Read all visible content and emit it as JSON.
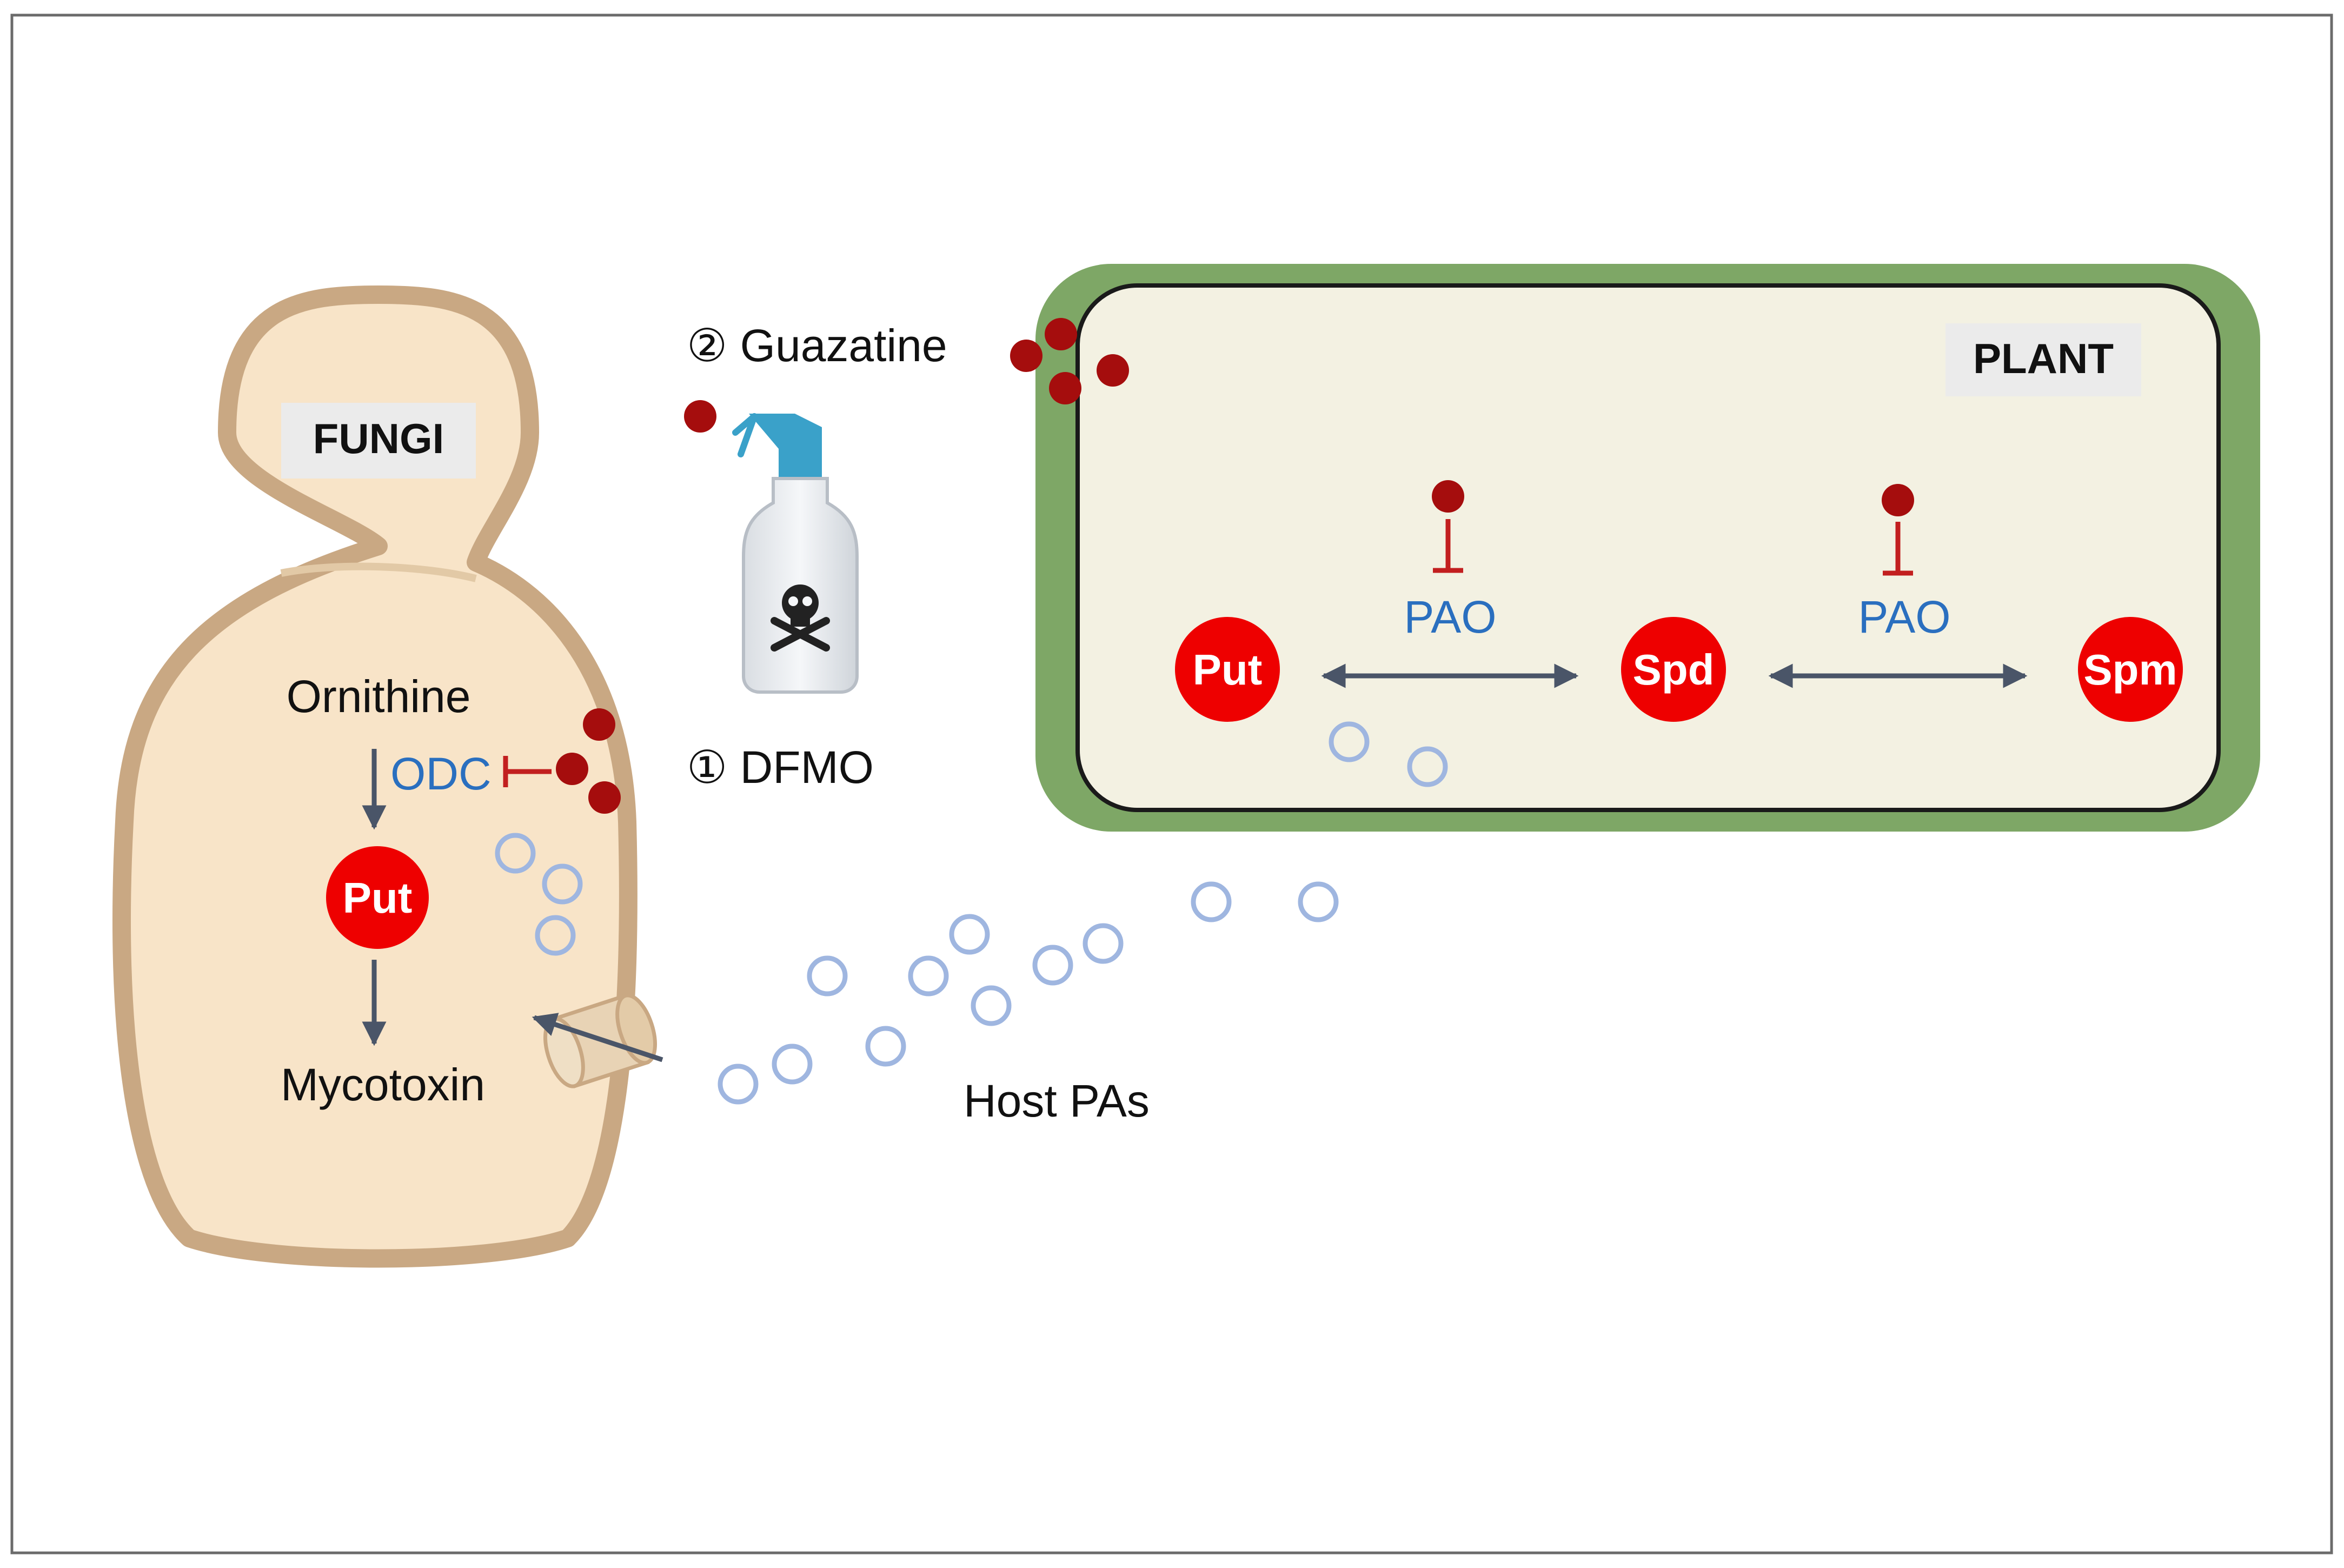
{
  "fungi": {
    "title": "FUNGI",
    "ornithine": "Ornithine",
    "enzyme": "ODC",
    "put": "Put",
    "mycotoxin": "Mycotoxin"
  },
  "plant": {
    "title": "PLANT",
    "put": "Put",
    "spd": "Spd",
    "spm": "Spm",
    "enzyme_left": "PAO",
    "enzyme_right": "PAO"
  },
  "treatments": {
    "guazatine": "② Guazatine",
    "dfmo": "① DFMO"
  },
  "host_pas": "Host PAs",
  "colors": {
    "fungi_fill": "#f8e4c8",
    "fungi_wall": "#c9a883",
    "plant_wall": "#7ea766",
    "plant_fill": "#f3f1e2",
    "polyamine_red": "#ee0000",
    "inhibitor_dot": "#a50d0d",
    "enzyme_blue": "#2a6fbf",
    "host_pa_circle": "#9fb6e0",
    "arrow_gray": "#4a5568"
  },
  "icons": [
    "spray-bottle-icon",
    "skull-crossbones-icon",
    "transporter-icon"
  ]
}
